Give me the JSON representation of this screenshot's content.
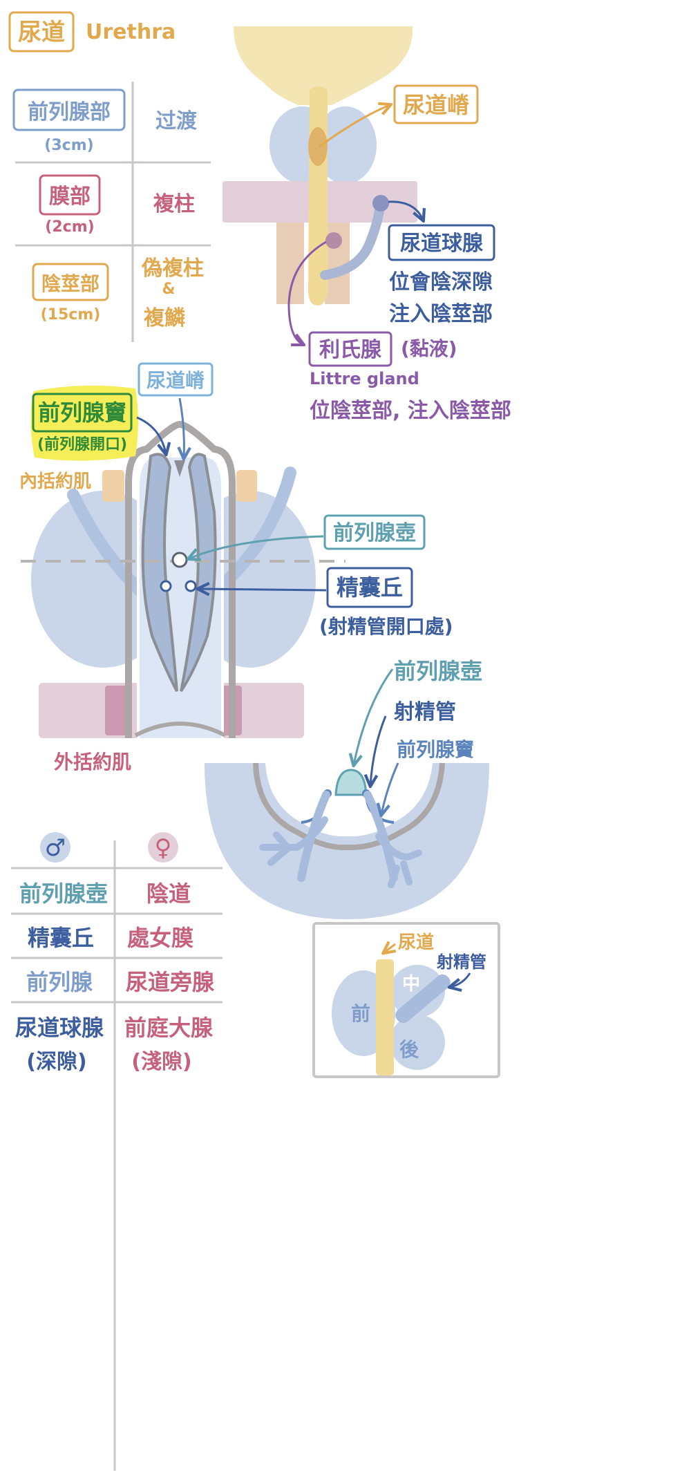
{
  "colors": {
    "orange": "#E2A84E",
    "blue": "#5B83BC",
    "darkblue": "#3D5E9E",
    "red": "#C7607A",
    "purple": "#8A5AA8",
    "teal": "#5E9FB0",
    "green": "#2F8A3A",
    "yellow": "#F2EB45",
    "lightblue": "#C9D5E8",
    "pink": "#E3CFDA",
    "peach": "#E8CDB6",
    "cream": "#F4E5B5",
    "gray": "#B8B4B2"
  },
  "title": {
    "chinese": "尿道",
    "english": "Urethra"
  },
  "sections_table": {
    "rows": [
      {
        "name": "前列腺部",
        "length": "(3cm)",
        "epithelium": "过渡"
      },
      {
        "name": "膜部",
        "length": "(2cm)",
        "epithelium": "複柱"
      },
      {
        "name": "陰莖部",
        "length": "(15cm)",
        "epithelium_line1": "偽複柱",
        "epithelium_line2": "&",
        "epithelium_line3": "複鱗"
      }
    ]
  },
  "top_diagram": {
    "crest_label": "尿道嵴",
    "bulbo_label": "尿道球腺",
    "bulbo_desc1": "位會陰深隙",
    "bulbo_desc2": "注入陰莖部",
    "littre_label": "利氏腺",
    "littre_note": "(黏液)",
    "littre_english": "Littre gland",
    "littre_desc": "位陰莖部, 注入陰莖部"
  },
  "middle_diagram": {
    "sinus_label": "前列腺竇",
    "sinus_sub": "(前列腺開口)",
    "crest_label": "尿道嵴",
    "internal_sphincter": "內括約肌",
    "utricle_label": "前列腺壺",
    "colliculus_label": "精囊丘",
    "colliculus_sub": "(射精管開口處)",
    "external_sphincter": "外括約肌"
  },
  "cross_section": {
    "utricle_label": "前列腺壺",
    "ejaculatory_label": "射精管",
    "sinus_label": "前列腺竇"
  },
  "comparison_table": {
    "male_symbol": "♂",
    "female_symbol": "♀",
    "rows": [
      {
        "male": "前列腺壺",
        "female": "陰道"
      },
      {
        "male": "精囊丘",
        "female": "處女膜"
      },
      {
        "male": "前列腺",
        "female": "尿道旁腺"
      },
      {
        "male_line1": "尿道球腺",
        "male_line2": "(深隙)",
        "female_line1": "前庭大腺",
        "female_line2": "(淺隙)"
      }
    ]
  },
  "lobes_box": {
    "urethra_label": "尿道",
    "ejaculatory_label": "射精管",
    "anterior_label": "前",
    "middle_label": "中",
    "posterior_label": "後"
  }
}
